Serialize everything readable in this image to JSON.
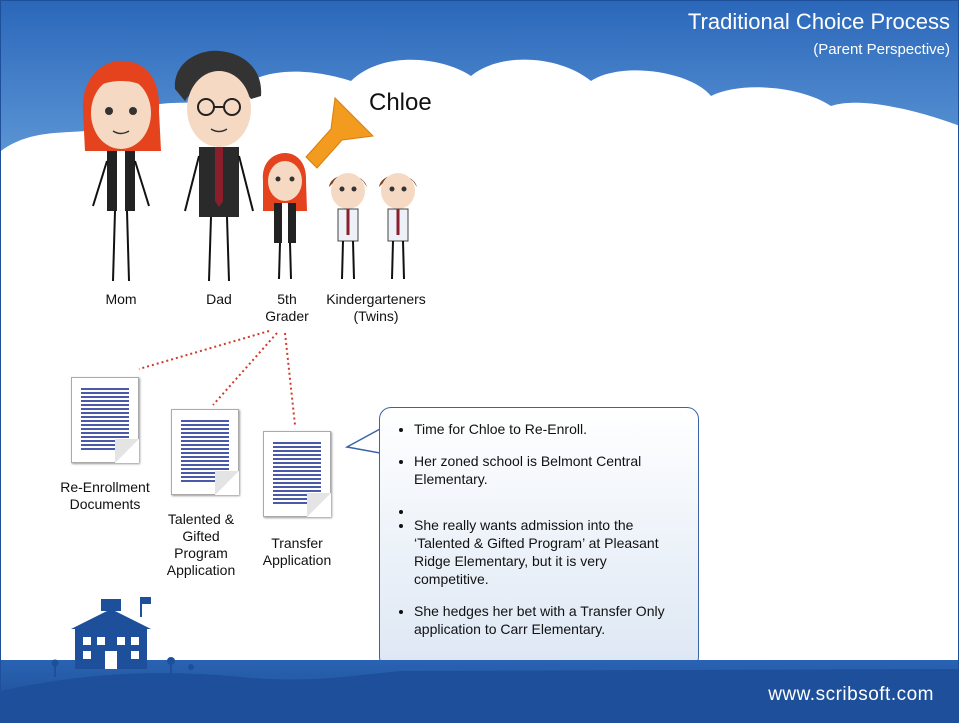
{
  "header": {
    "title": "Traditional Choice Process",
    "subtitle": "(Parent Perspective)"
  },
  "focus_child": {
    "name": "Chloe"
  },
  "family": [
    {
      "label": "Mom"
    },
    {
      "label": "Dad"
    },
    {
      "label_line1": "5th",
      "label_line2": "Grader"
    },
    {
      "label_line1": "Kindergarteners",
      "label_line2": "(Twins)"
    }
  ],
  "documents": [
    {
      "label_line1": "Re-Enrollment",
      "label_line2": "Documents"
    },
    {
      "label_line1": "Talented &",
      "label_line2": "Gifted",
      "label_line3": "Program",
      "label_line4": "Application"
    },
    {
      "label_line1": "Transfer",
      "label_line2": "Application"
    }
  ],
  "callout": {
    "bullets": [
      "Time for Chloe to Re-Enroll.",
      "Her zoned school is Belmont Central Elementary.",
      "",
      "She really wants admission into the ‘Talented & Gifted Program’ at Pleasant Ridge Elementary, but it is very competitive.",
      "She hedges her bet with a Transfer Only application to Carr Elementary."
    ]
  },
  "footer": {
    "url": "www.scribsoft.com"
  },
  "colors": {
    "sky_top": "#2f6ec2",
    "footer": "#1d4f9a",
    "arrow": "#f29b1f",
    "hair": "#e4431d",
    "connector": "#d13b2a"
  },
  "icons": [
    "school-building-icon"
  ]
}
